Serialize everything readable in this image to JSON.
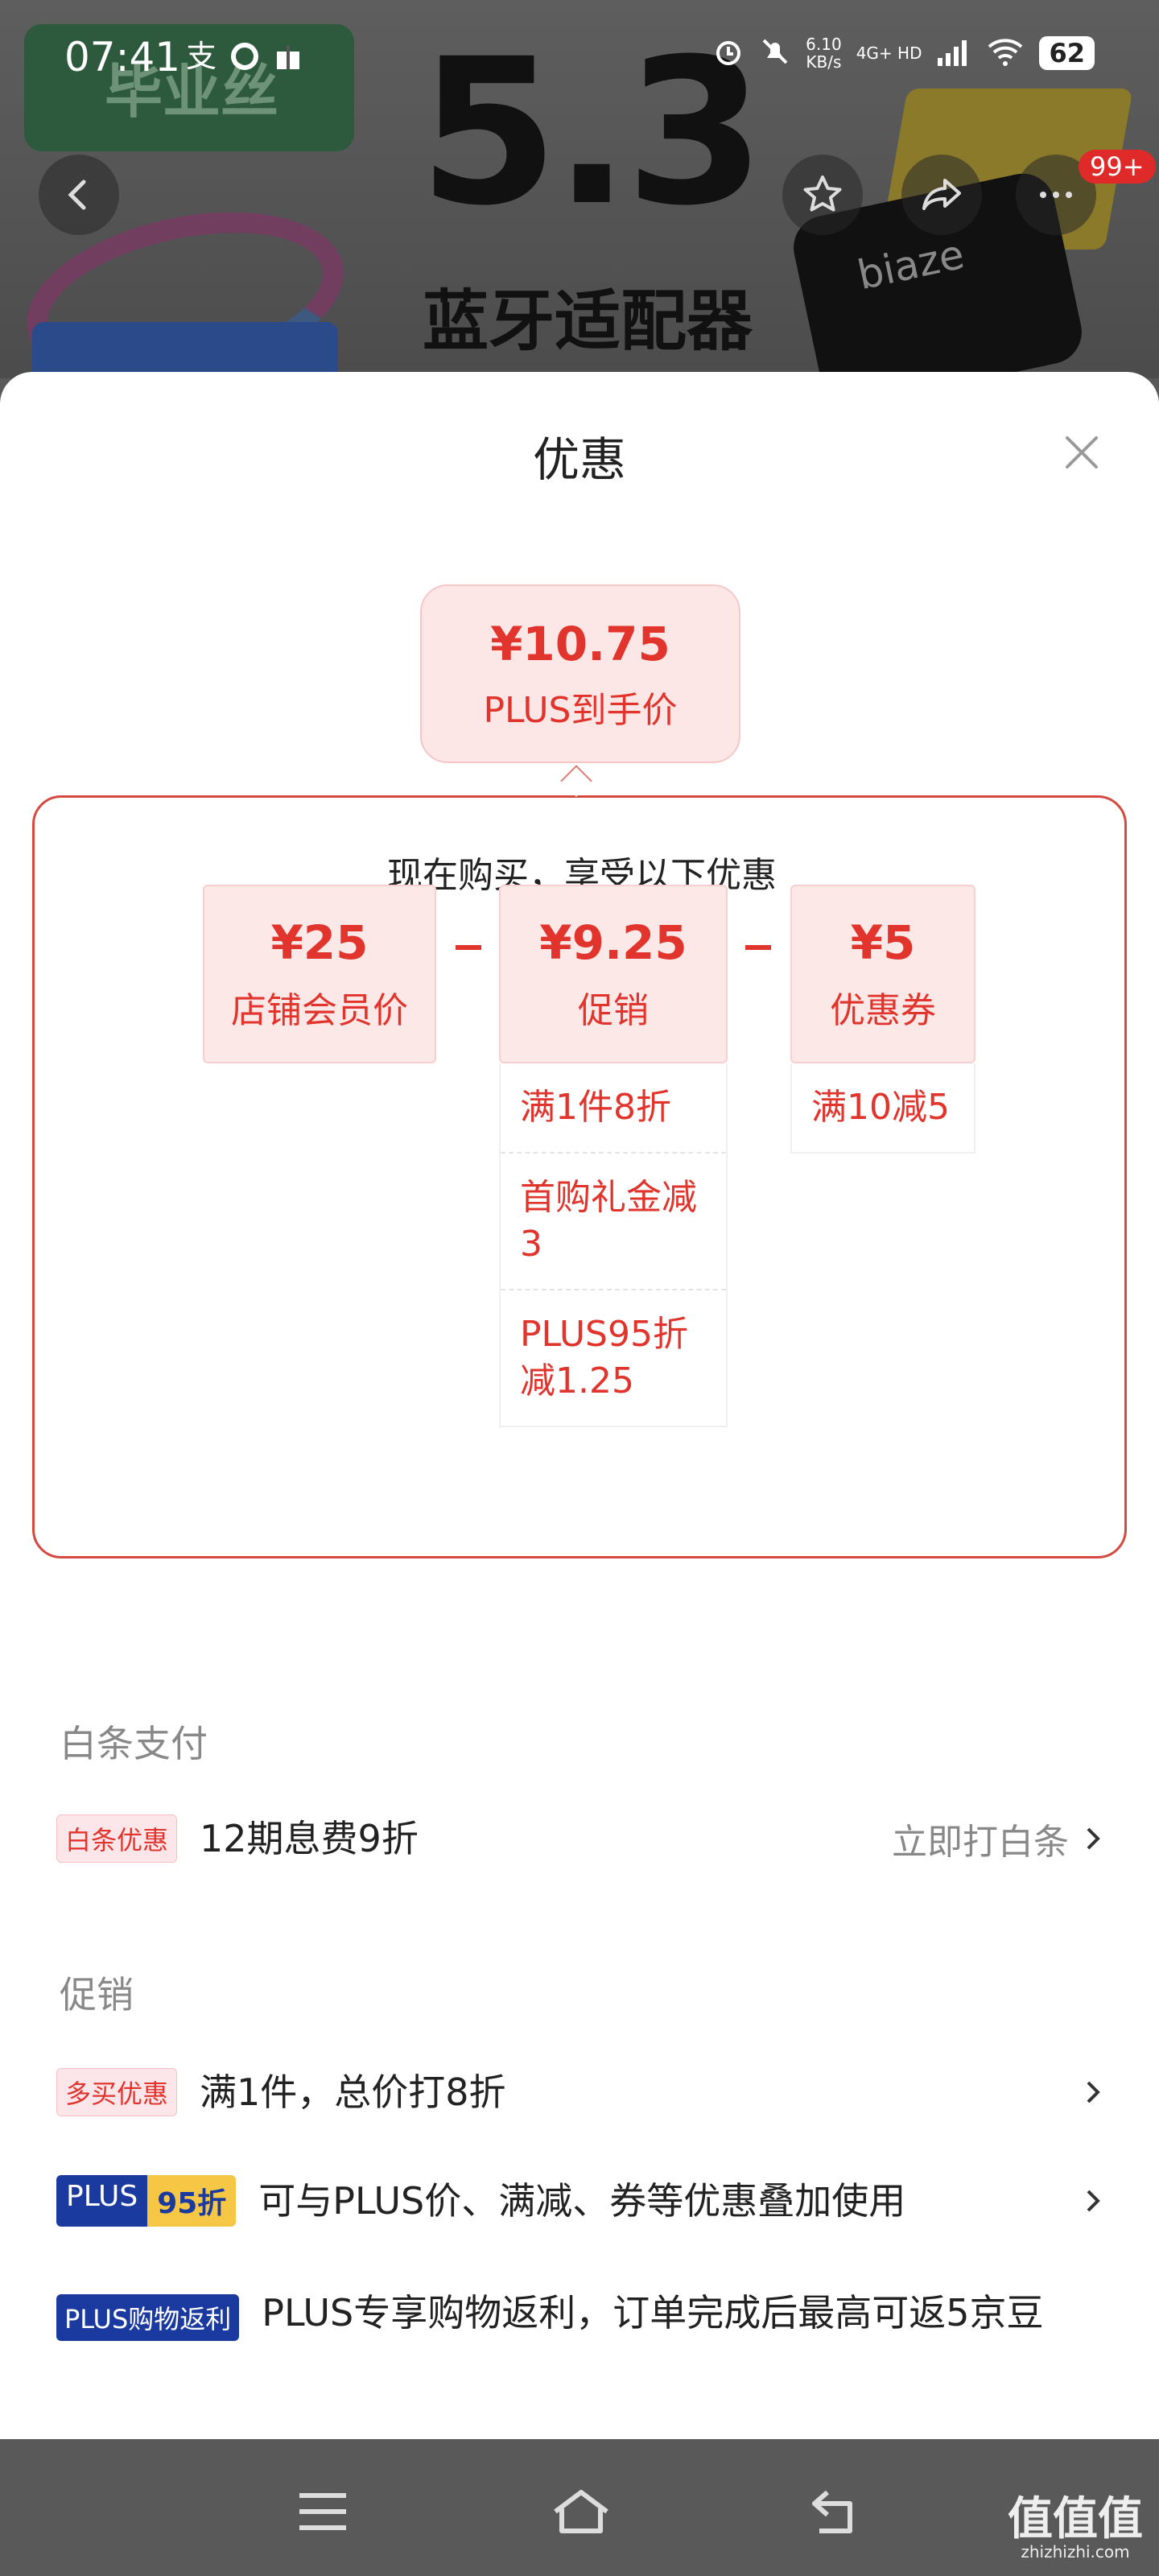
{
  "status_bar": {
    "time": "07:41",
    "rate_value": "6.10",
    "rate_unit": "KB/s",
    "network": "4G+ HD",
    "battery": "62",
    "icons": [
      "alipay-icon",
      "app-icon",
      "gift-icon",
      "alarm-icon",
      "mute-icon",
      "signal-icon",
      "wifi-icon"
    ]
  },
  "banner": {
    "brand_logo_text": "毕业丝",
    "headline_number": "5.3",
    "product_text": "蓝牙适配器",
    "product_brand": "biaze",
    "notification_badge": "99+"
  },
  "sheet": {
    "title": "优惠",
    "plus_price": {
      "amount": "¥10.75",
      "label": "PLUS到手价"
    },
    "calc_title": "现在购买，享受以下优惠",
    "breakdown": [
      {
        "value": "¥25",
        "label": "店铺会员价",
        "items": []
      },
      {
        "value": "¥9.25",
        "label": "促销",
        "items": [
          "满1件8折",
          "首购礼金减3",
          "PLUS95折减1.25"
        ]
      },
      {
        "value": "¥5",
        "label": "优惠券",
        "items": [
          "满10减5"
        ]
      }
    ],
    "baitiao": {
      "section_title": "白条支付",
      "tag": "白条优惠",
      "text": "12期息费9折",
      "action": "立即打白条"
    },
    "promo": {
      "section_title": "促销",
      "rows": [
        {
          "tag": "多买优惠",
          "text": "满1件，总价打8折"
        },
        {
          "tag_a": "PLUS",
          "tag_b": "95折",
          "text": "可与PLUS价、满减、券等优惠叠加使用"
        },
        {
          "tag": "PLUS购物返利",
          "text": "PLUS专享购物返利，订单完成后最高可返5京豆"
        }
      ]
    }
  },
  "watermark": {
    "big": "值值值",
    "small": "zhizhizhi.com"
  },
  "colors": {
    "accent": "#e0342c",
    "plus_blue": "#1a3aa0",
    "plus_gold": "#f6c645"
  }
}
